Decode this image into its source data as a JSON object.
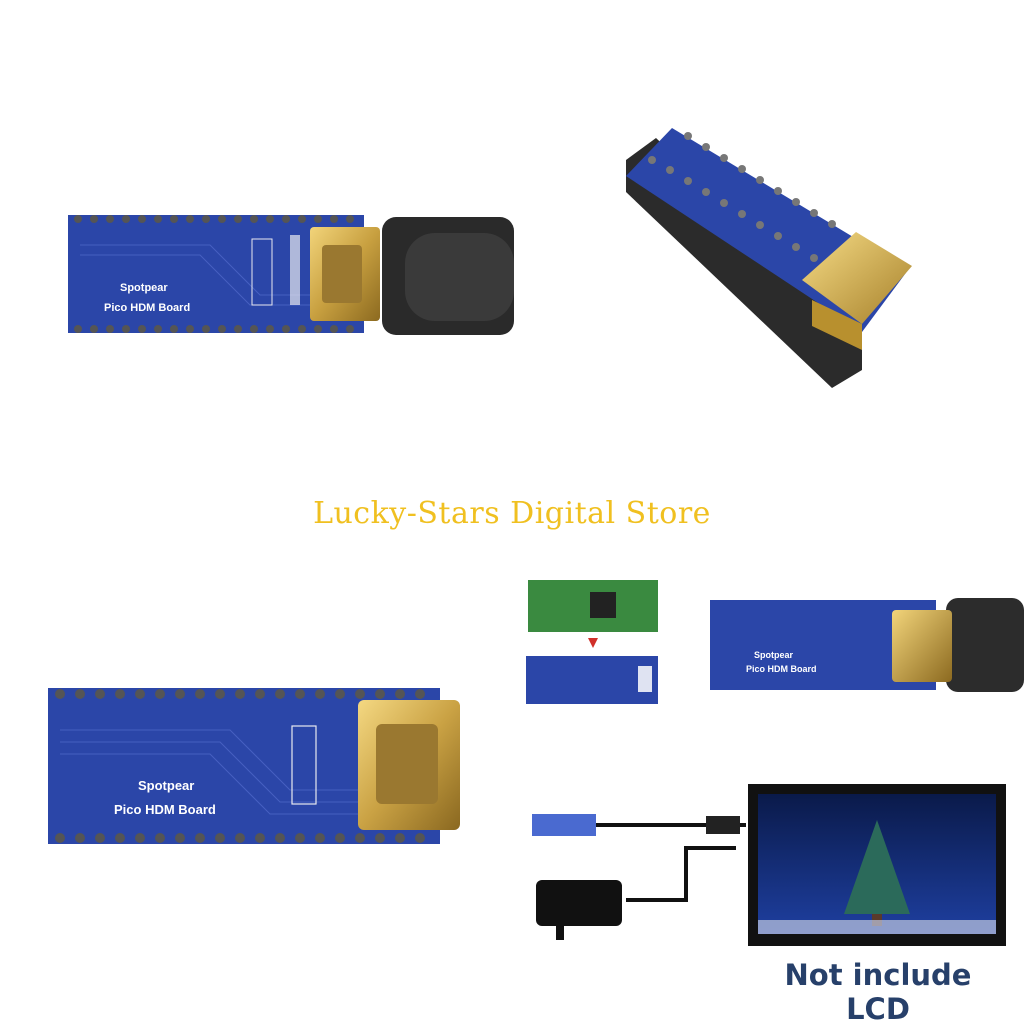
{
  "store_name": "Lucky-Stars Digital Store",
  "note": "Not include LCD",
  "board": {
    "brand": "Spotpear",
    "model": "Pico HDM  Board"
  },
  "colors": {
    "pcb": "#2b46a8",
    "pcb_dark": "#1f3488",
    "gold": "#c8a040",
    "store_text": "#f0c020",
    "note_text": "#27406a"
  }
}
